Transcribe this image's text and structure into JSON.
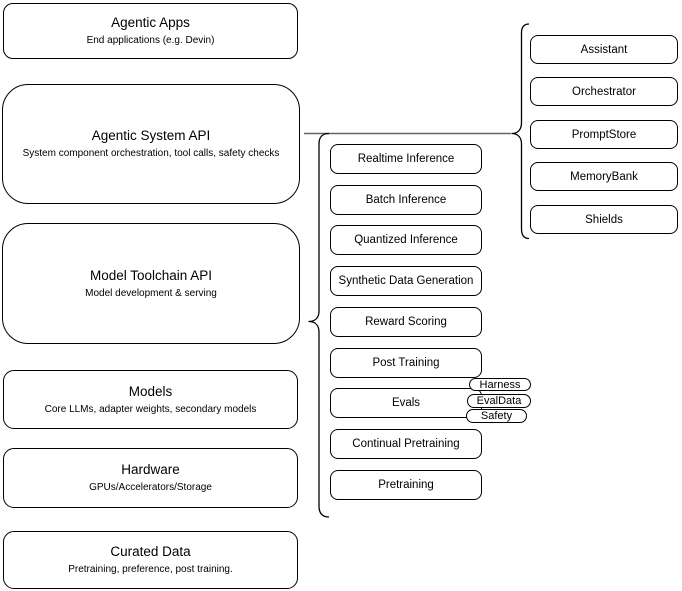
{
  "diagram": {
    "left_column": [
      {
        "title": "Agentic Apps",
        "subtitle": "End applications (e.g. Devin)"
      },
      {
        "title": "Agentic System API",
        "subtitle": "System component orchestration, tool calls, safety checks"
      },
      {
        "title": "Model Toolchain API",
        "subtitle": "Model development & serving"
      },
      {
        "title": "Models",
        "subtitle": "Core LLMs, adapter weights, secondary models"
      },
      {
        "title": "Hardware",
        "subtitle": "GPUs/Accelerators/Storage"
      },
      {
        "title": "Curated Data",
        "subtitle": "Pretraining, preference, post training."
      }
    ],
    "toolchain_components": [
      "Realtime Inference",
      "Batch Inference",
      "Quantized Inference",
      "Synthetic Data Generation",
      "Reward Scoring",
      "Post Training",
      "Evals",
      "Continual Pretraining",
      "Pretraining"
    ],
    "eval_tags": [
      "Harness",
      "EvalData",
      "Safety"
    ],
    "system_components": [
      "Assistant",
      "Orchestrator",
      "PromptStore",
      "MemoryBank",
      "Shields"
    ],
    "colors": {
      "node_border": "#000000",
      "node_fill": "#ffffff",
      "connector_line": "#666666"
    }
  }
}
